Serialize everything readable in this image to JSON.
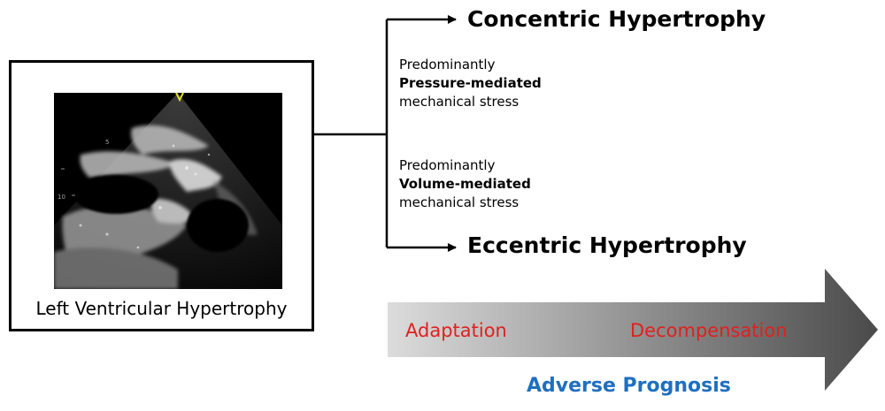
{
  "left_panel": {
    "label": "Left Ventricular Hypertrophy"
  },
  "outcomes": {
    "concentric": {
      "title": "Concentric Hypertrophy",
      "line1": "Predominantly",
      "line2": "Pressure-mediated",
      "line3": "mechanical stress"
    },
    "eccentric": {
      "title": "Eccentric Hypertrophy",
      "line1": "Predominantly",
      "line2": "Volume-mediated",
      "line3": "mechanical stress"
    }
  },
  "prognosis": {
    "start_label": "Adaptation",
    "end_label": "Decompensation",
    "caption": "Adverse Prognosis"
  },
  "colors": {
    "stage_labels": "#e02020",
    "prognosis_caption": "#1f6fc0",
    "arrow_light": "#dcdcdc",
    "arrow_dark": "#4a4a4a"
  }
}
